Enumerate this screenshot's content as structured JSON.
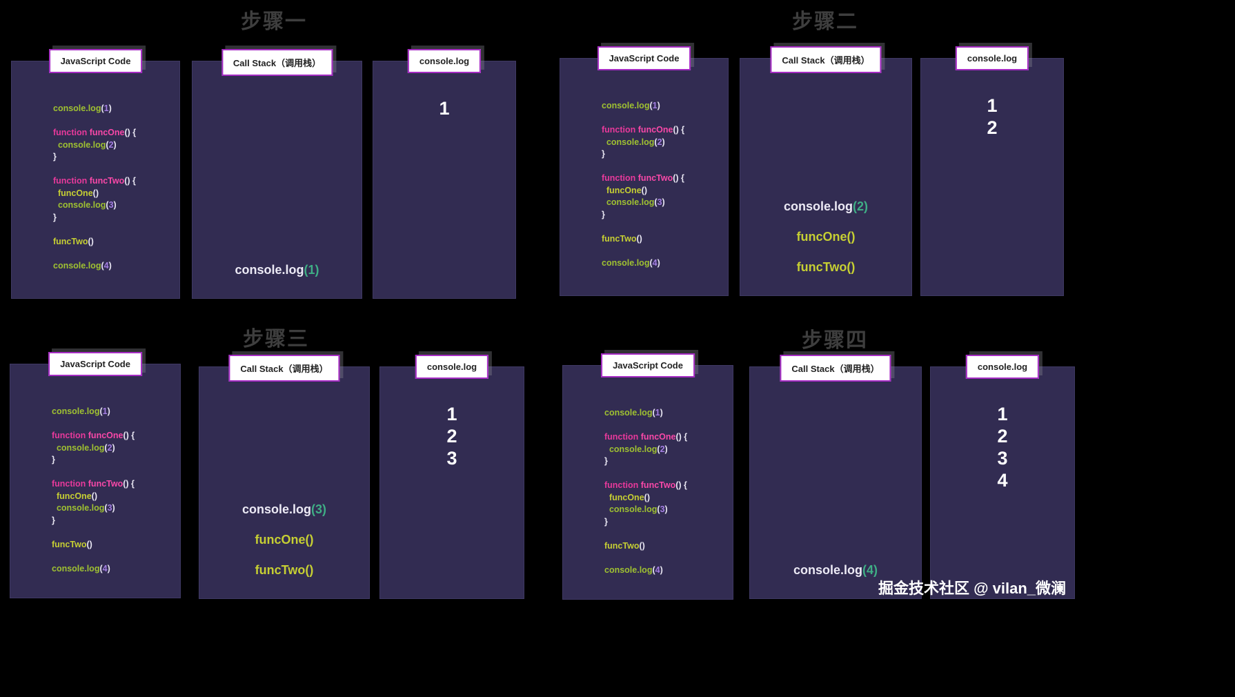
{
  "page": {
    "background": "#000000",
    "watermark": "掘金技术社区 @ vilan_微澜"
  },
  "labels": {
    "js_code": "JavaScript Code",
    "call_stack": "Call Stack（调用栈）",
    "console_log": "console.log"
  },
  "colors": {
    "box_bg": "#322c52",
    "box_border": "#3f3963",
    "header_bg": "#ffffff",
    "header_border": "#a62cc4",
    "header_text": "#222222",
    "title": "#3e3e3e",
    "kw": "#e8399b",
    "fn": "#f948a8",
    "green": "#9fc131",
    "purple": "#a47fe3",
    "plain": "#e9e7f3",
    "call_yellow": "#c6cf33",
    "stack_log_text": "#eceaf5",
    "stack_log_arg": "#3fae85",
    "stack_fn": "#c6cf33",
    "console_num": "#ffffff"
  },
  "code": {
    "lines": [
      [
        {
          "t": "console.log",
          "c": "green"
        },
        {
          "t": "(",
          "c": "plain"
        },
        {
          "t": "1",
          "c": "purple"
        },
        {
          "t": ")",
          "c": "plain"
        }
      ],
      [],
      [
        {
          "t": "function ",
          "c": "kw"
        },
        {
          "t": "funcOne",
          "c": "fn"
        },
        {
          "t": "() {",
          "c": "plain"
        }
      ],
      [
        {
          "t": "  ",
          "c": "plain"
        },
        {
          "t": "console.log",
          "c": "green"
        },
        {
          "t": "(",
          "c": "plain"
        },
        {
          "t": "2",
          "c": "purple"
        },
        {
          "t": ")",
          "c": "plain"
        }
      ],
      [
        {
          "t": "}",
          "c": "plain"
        }
      ],
      [],
      [
        {
          "t": "function ",
          "c": "kw"
        },
        {
          "t": "funcTwo",
          "c": "fn"
        },
        {
          "t": "() {",
          "c": "plain"
        }
      ],
      [
        {
          "t": "  ",
          "c": "plain"
        },
        {
          "t": "funcOne",
          "c": "call"
        },
        {
          "t": "()",
          "c": "plain"
        }
      ],
      [
        {
          "t": "  ",
          "c": "plain"
        },
        {
          "t": "console.log",
          "c": "green"
        },
        {
          "t": "(",
          "c": "plain"
        },
        {
          "t": "3",
          "c": "purple"
        },
        {
          "t": ")",
          "c": "plain"
        }
      ],
      [
        {
          "t": "}",
          "c": "plain"
        }
      ],
      [],
      [
        {
          "t": "funcTwo",
          "c": "call"
        },
        {
          "t": "()",
          "c": "plain"
        }
      ],
      [],
      [
        {
          "t": "console.log",
          "c": "green"
        },
        {
          "t": "(",
          "c": "plain"
        },
        {
          "t": "4",
          "c": "purple"
        },
        {
          "t": ")",
          "c": "plain"
        }
      ]
    ]
  },
  "steps": [
    {
      "title": "步骤一",
      "stack": [
        {
          "type": "log",
          "text": "console.log",
          "arg": "(1)"
        }
      ],
      "console": [
        "1"
      ]
    },
    {
      "title": "步骤二",
      "stack": [
        {
          "type": "log",
          "text": "console.log",
          "arg": "(2)"
        },
        {
          "type": "fn",
          "text": "funcOne()"
        },
        {
          "type": "fn",
          "text": "funcTwo()"
        }
      ],
      "console": [
        "1",
        "2"
      ]
    },
    {
      "title": "步骤三",
      "stack": [
        {
          "type": "log",
          "text": "console.log",
          "arg": "(3)"
        },
        {
          "type": "fn",
          "text": "funcOne()"
        },
        {
          "type": "fn",
          "text": "funcTwo()"
        }
      ],
      "console": [
        "1",
        "2",
        "3"
      ]
    },
    {
      "title": "步骤四",
      "stack": [
        {
          "type": "log",
          "text": "console.log",
          "arg": "(4)"
        }
      ],
      "console": [
        "1",
        "2",
        "3",
        "4"
      ]
    }
  ]
}
